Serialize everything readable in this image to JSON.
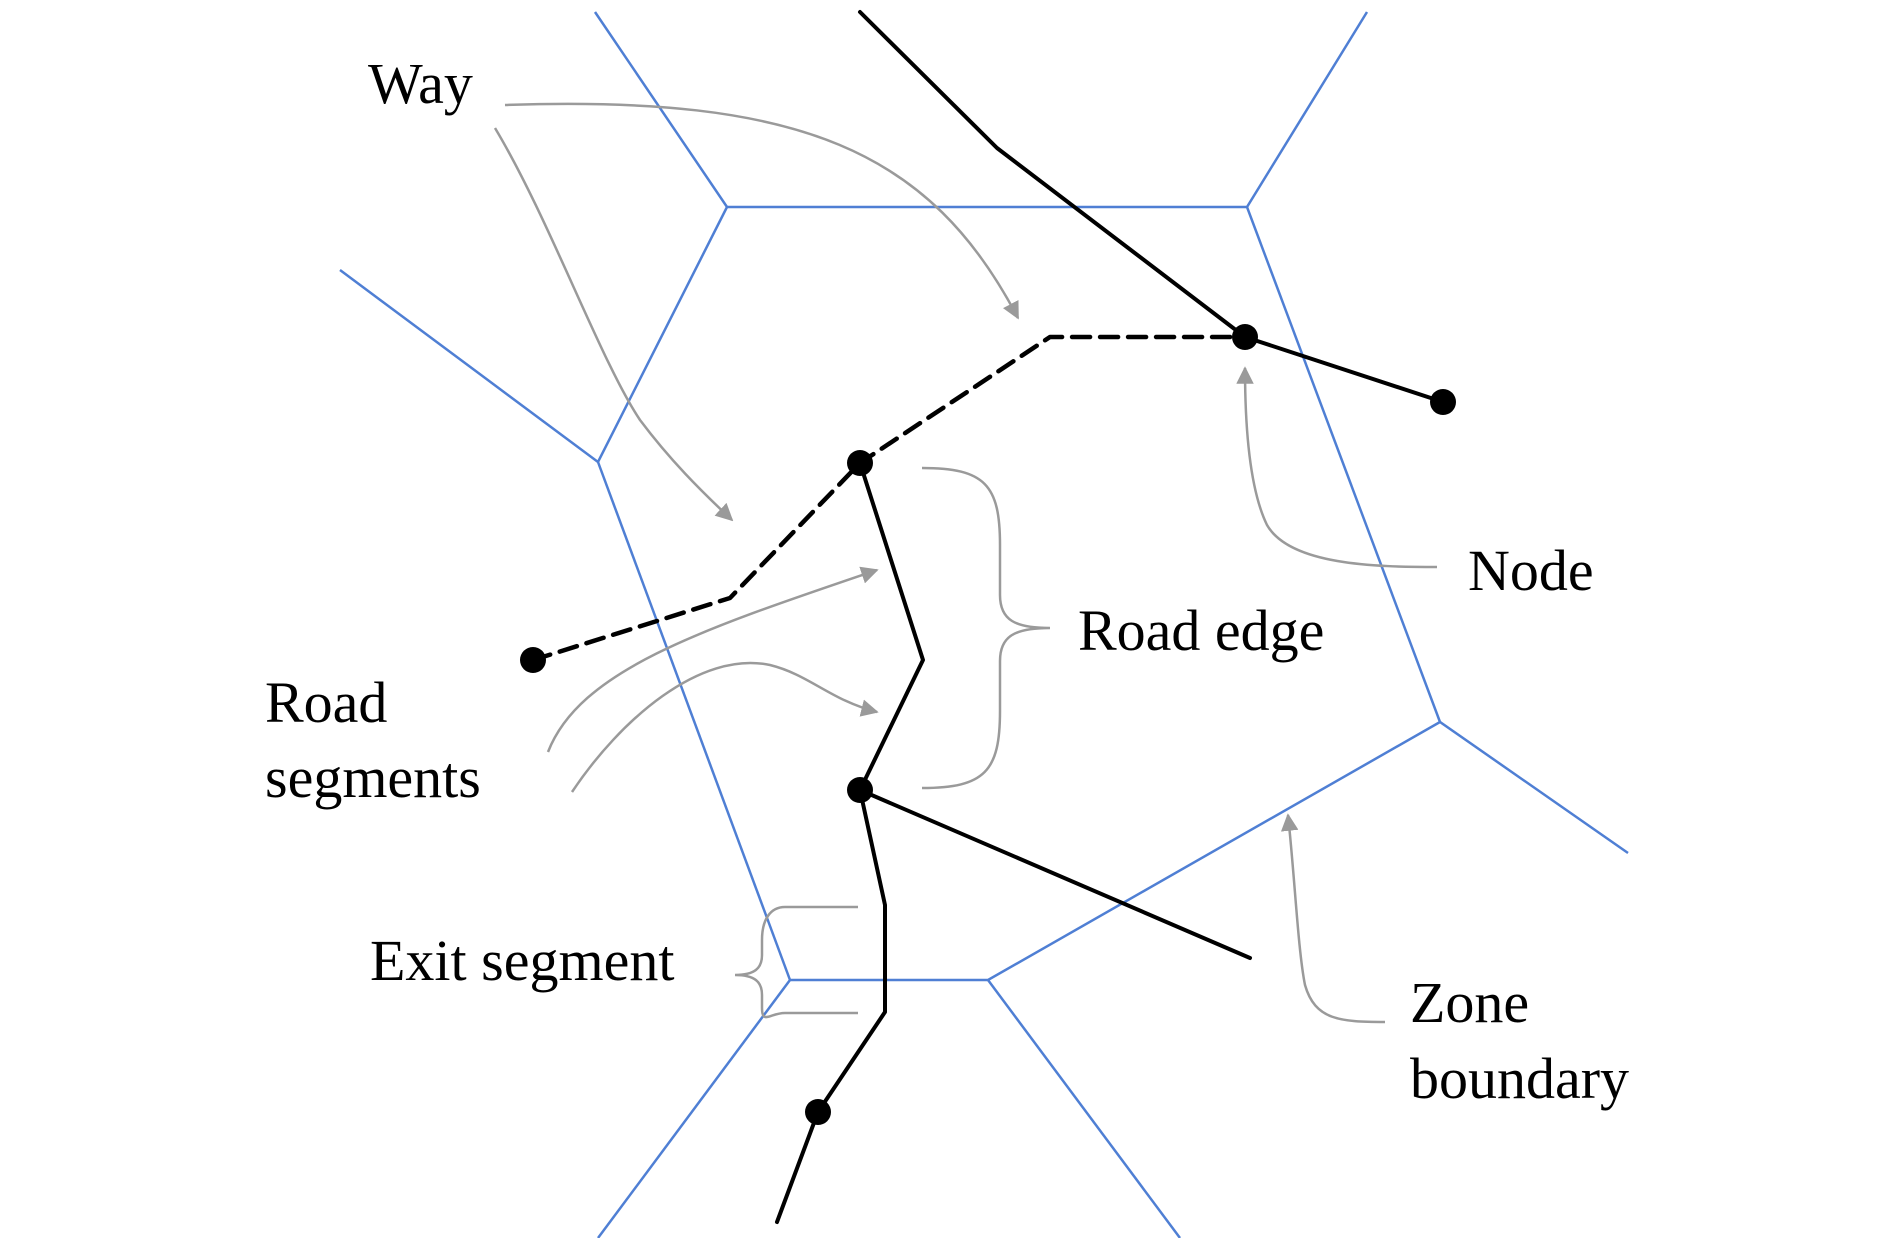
{
  "labels": {
    "way": "Way",
    "node": "Node",
    "road_edge": "Road edge",
    "road_segments_line1": "Road",
    "road_segments_line2": "segments",
    "exit_segment": "Exit segment",
    "zone_boundary_line1": "Zone",
    "zone_boundary_line2": "boundary"
  },
  "colors": {
    "zone_boundary": "#4f7fd4",
    "road": "#000000",
    "annotation": "#9a9a9a",
    "background": "#ffffff"
  }
}
